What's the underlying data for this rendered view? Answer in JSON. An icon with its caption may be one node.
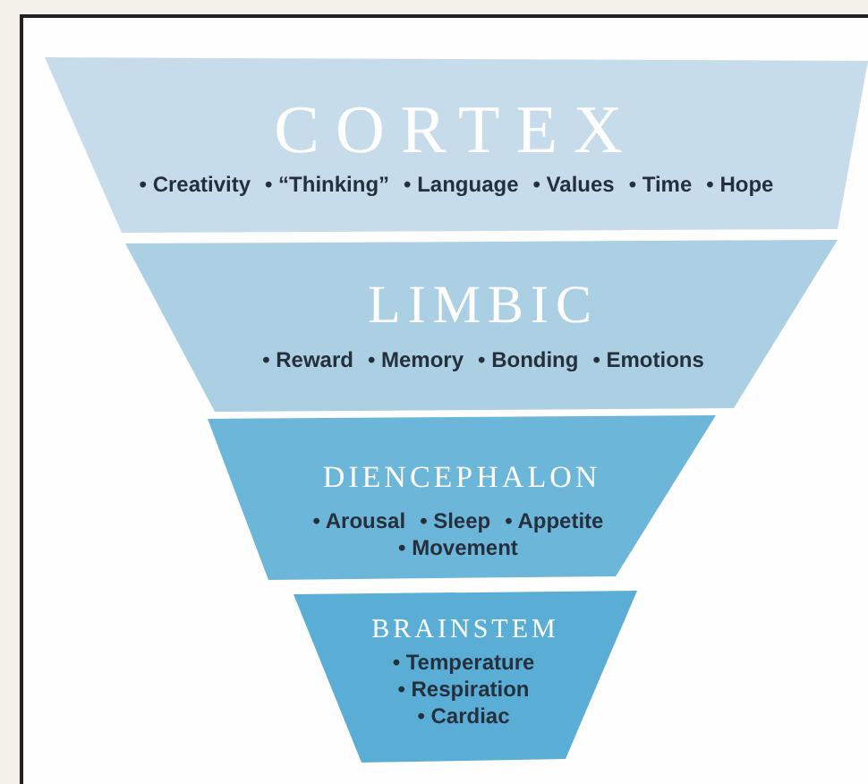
{
  "diagram": {
    "nodes": [
      {
        "text": [
          "CORTEX",
          "• Creativity",
          "• “Thinking”",
          "• Language",
          "• Values",
          "• Time",
          "• Hope"
        ]
      },
      {
        "text": [
          "LIMBIC",
          "• Reward",
          "• Memory",
          "• Bonding",
          "• Emotions"
        ]
      },
      {
        "text": [
          "DIENCEPHALON",
          "• Arousal",
          "• Sleep",
          "• Appetite",
          "• Movement"
        ]
      },
      {
        "text": [
          "BRAINSTEM",
          "• Temperature",
          "• Respiration",
          "• Cardiac"
        ]
      }
    ]
  }
}
